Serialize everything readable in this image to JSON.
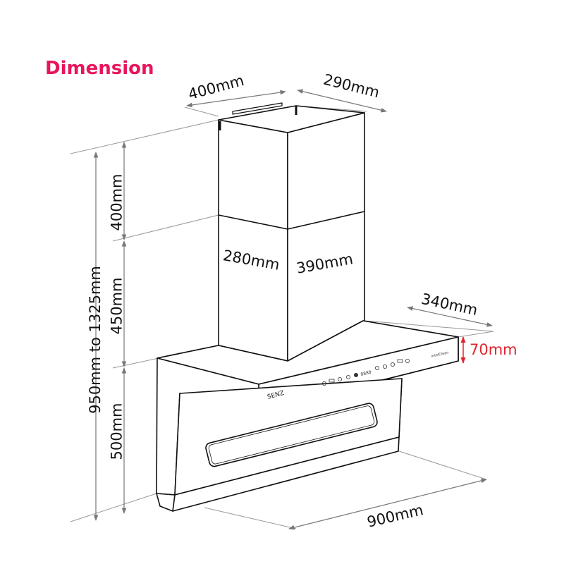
{
  "title": "Dimension",
  "brand": "SENZ",
  "brand_sub": "intelClean",
  "dimensions": {
    "chimney_top_width": "400mm",
    "chimney_top_depth": "290mm",
    "upper_chimney_height": "400mm",
    "lower_chimney_height": "450mm",
    "hood_height": "500mm",
    "total_height": "950mm to 1325mm",
    "chimney_side_depth": "280mm",
    "chimney_front_width": "390mm",
    "hood_depth": "340mm",
    "hood_thickness": "70mm",
    "hood_width": "900mm"
  },
  "colors": {
    "title": "#e8155b",
    "highlight": "#e0242d",
    "dimension_line": "#888888",
    "outline": "#111111"
  }
}
